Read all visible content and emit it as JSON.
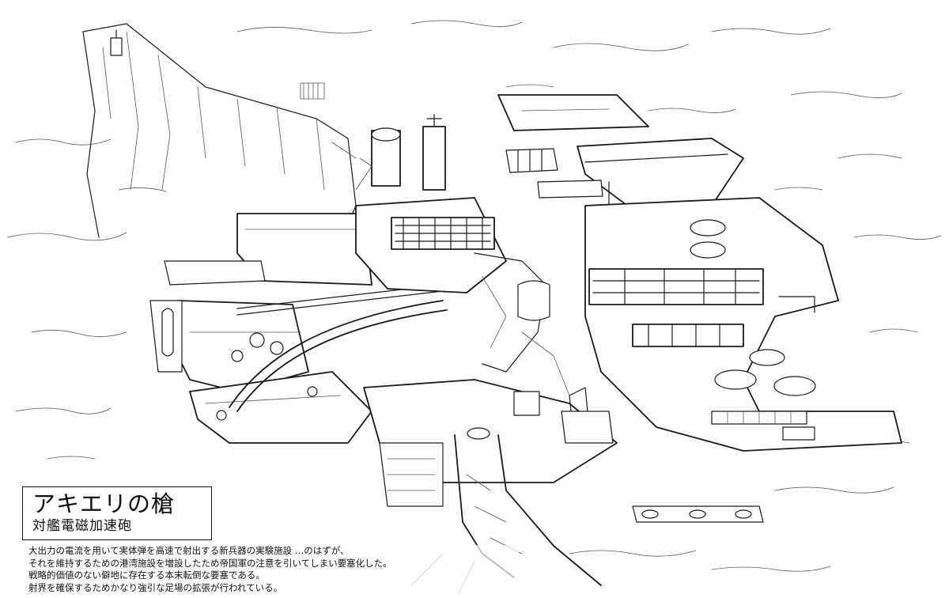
{
  "caption": {
    "title": "アキエリの槍",
    "subtitle": "対艦電磁加速砲",
    "description": [
      "大出力の電流を用いて実体弾を高速で射出する新兵器の実験施設 …のはずが、",
      "それを維持するための港湾施設を増設したため帝国軍の注意を引いてしまい要塞化した。",
      "戦略的価値のない僻地に存在する本末転倒な要塞である。",
      "射界を確保するためかなり強引な足場の拡張が行われている。"
    ]
  },
  "illustration": {
    "style": "black ink line art",
    "line_color": "#1a1a1a",
    "background_color": "#ffffff"
  }
}
